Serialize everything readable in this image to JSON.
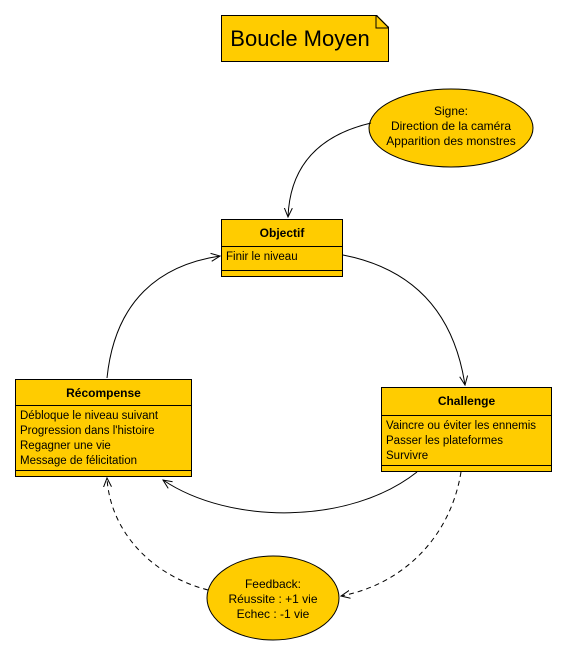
{
  "title": "Boucle Moyen",
  "nodes": {
    "objectif": {
      "title": "Objectif",
      "items": [
        "Finir le niveau"
      ]
    },
    "challenge": {
      "title": "Challenge",
      "items": [
        "Vaincre ou éviter les ennemis",
        "Passer les plateformes",
        "Survivre"
      ]
    },
    "recompense": {
      "title": "Récompense",
      "items": [
        "Débloque le niveau suivant",
        "Progression dans l'histoire",
        "Regagner une vie",
        "Message de félicitation"
      ]
    }
  },
  "signe": {
    "lines": [
      "Signe:",
      "Direction de la caméra",
      "Apparition des monstres"
    ]
  },
  "feedback": {
    "lines": [
      "Feedback:",
      "Réussite : +1 vie",
      "Echec : -1 vie"
    ]
  },
  "colors": {
    "fill": "#FFCC00",
    "stroke": "#000000"
  }
}
